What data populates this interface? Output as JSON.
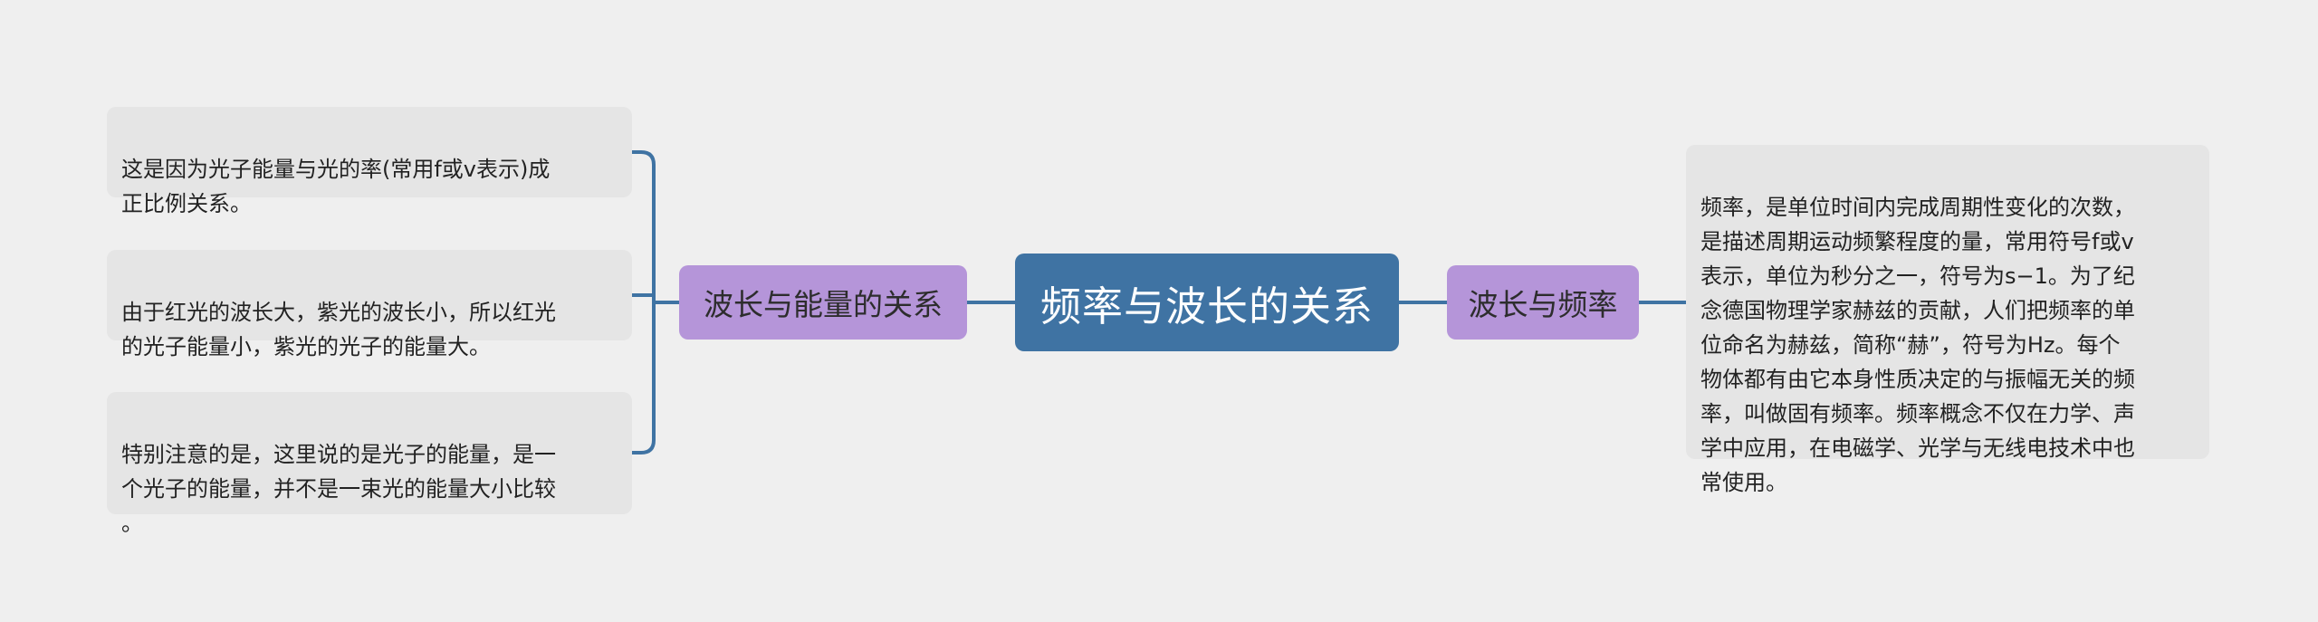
{
  "root": {
    "title": "频率与波长的关系"
  },
  "left_branch": {
    "label": "波长与能量的关系",
    "leaves": [
      {
        "text": "这是因为光子能量与光的率(常用f或v表示)成\n正比例关系。"
      },
      {
        "text": "由于红光的波长大，紫光的波长小，所以红光\n的光子能量小，紫光的光子的能量大。"
      },
      {
        "text": "特别注意的是，这里说的是光子的能量，是一\n个光子的能量，并不是一束光的能量大小比较\n。"
      }
    ]
  },
  "right_branch": {
    "label": "波长与频率",
    "leaf": {
      "text": "频率，是单位时间内完成周期性变化的次数，\n是描述周期运动频繁程度的量，常用符号f或v\n表示，单位为秒分之一，符号为s−1。为了纪\n念德国物理学家赫兹的贡献，人们把频率的单\n位命名为赫兹，简称“赫”，符号为Hz。每个\n物体都有由它本身性质决定的与振幅无关的频\n率，叫做固有频率。频率概念不仅在力学、声\n学中应用，在电磁学、光学与无线电技术中也\n常使用。"
    }
  },
  "colors": {
    "background": "#efefef",
    "root_fill": "#3f73a3",
    "branch_fill": "#b595d9",
    "leaf_fill": "#e5e5e5",
    "connector": "#3f73a3"
  }
}
